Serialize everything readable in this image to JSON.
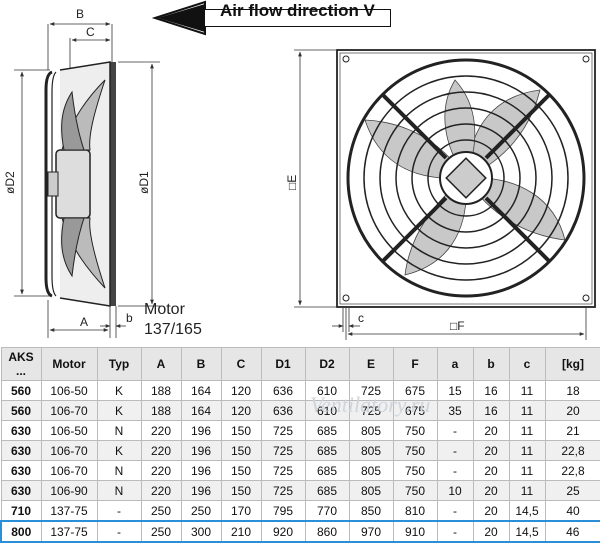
{
  "airflow": {
    "label": "Air flow direction V"
  },
  "side_view": {
    "dim_labels": {
      "B": "B",
      "C": "C",
      "D2": "øD2",
      "D1": "øD1",
      "A": "A",
      "b": "b"
    },
    "motor_line1": "Motor",
    "motor_line2": "137/165"
  },
  "front_view": {
    "dim_labels": {
      "E": "□E",
      "F": "□F",
      "c": "c"
    }
  },
  "watermark": "Ventilatory.ru",
  "colors": {
    "highlight_border": "#2a8fd6",
    "header_bg": "#e6e6e6"
  },
  "table": {
    "headers": [
      "AKS\n...",
      "Motor",
      "Typ",
      "A",
      "B",
      "C",
      "D1",
      "D2",
      "E",
      "F",
      "a",
      "b",
      "c",
      "[kg]"
    ],
    "rows": [
      [
        "560",
        "106-50",
        "K",
        "188",
        "164",
        "120",
        "636",
        "610",
        "725",
        "675",
        "15",
        "16",
        "11",
        "18"
      ],
      [
        "560",
        "106-70",
        "K",
        "188",
        "164",
        "120",
        "636",
        "610",
        "725",
        "675",
        "35",
        "16",
        "11",
        "20"
      ],
      [
        "630",
        "106-50",
        "N",
        "220",
        "196",
        "150",
        "725",
        "685",
        "805",
        "750",
        "-",
        "20",
        "11",
        "21"
      ],
      [
        "630",
        "106-70",
        "K",
        "220",
        "196",
        "150",
        "725",
        "685",
        "805",
        "750",
        "-",
        "20",
        "11",
        "22,8"
      ],
      [
        "630",
        "106-70",
        "N",
        "220",
        "196",
        "150",
        "725",
        "685",
        "805",
        "750",
        "-",
        "20",
        "11",
        "22,8"
      ],
      [
        "630",
        "106-90",
        "N",
        "220",
        "196",
        "150",
        "725",
        "685",
        "805",
        "750",
        "10",
        "20",
        "11",
        "25"
      ],
      [
        "710",
        "137-75",
        "-",
        "250",
        "250",
        "170",
        "795",
        "770",
        "850",
        "810",
        "-",
        "20",
        "14,5",
        "40"
      ],
      [
        "800",
        "137-75",
        "-",
        "250",
        "300",
        "210",
        "920",
        "860",
        "970",
        "910",
        "-",
        "20",
        "14,5",
        "46"
      ]
    ],
    "highlight_row": 7
  }
}
